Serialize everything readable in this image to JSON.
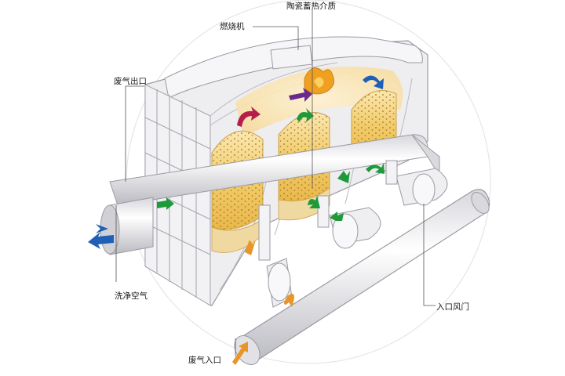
{
  "labels": {
    "ceramic_media": "陶瓷蓄热介质",
    "burner": "燃烧机",
    "exhaust_outlet": "废气出口",
    "clean_air": "洗净空气",
    "inlet_damper": "入口风门",
    "exhaust_inlet": "废气入口"
  },
  "colors": {
    "chamber_fill": "#f3d27a",
    "media_dots": "#b8862f",
    "frame": "#e9e9ec",
    "frame_stroke": "#9a9aa2",
    "pipe_light": "#fdfdfd",
    "pipe_dark": "#c9c9cf",
    "arrow_green": "#1f9a3a",
    "arrow_orange": "#e8952a",
    "arrow_blue": "#1f5fb6",
    "arrow_purple": "#6a2a8c",
    "arrow_magenta": "#b51e4a",
    "flame": "#f0a020"
  },
  "icons": [
    "flame-icon",
    "flow-arrow-icon"
  ]
}
